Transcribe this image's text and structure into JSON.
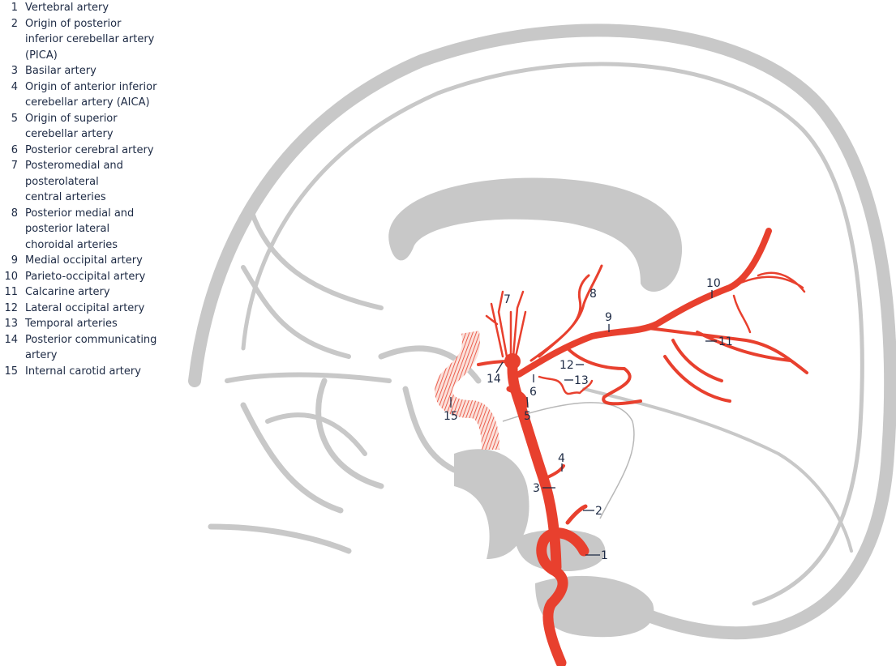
{
  "legend": [
    {
      "num": "1",
      "text": "Vertebral artery"
    },
    {
      "num": "2",
      "text": "Origin of posterior inferior cerebellar artery (PICA)"
    },
    {
      "num": "3",
      "text": "Basilar artery"
    },
    {
      "num": "4",
      "text": "Origin of anterior inferior cerebellar artery (AICA)"
    },
    {
      "num": "5",
      "text": "Origin of superior cerebellar artery"
    },
    {
      "num": "6",
      "text": "Posterior cerebral artery"
    },
    {
      "num": "7",
      "text": "Posteromedial and posterolateral central arteries"
    },
    {
      "num": "8",
      "text": "Posterior medial and posterior lateral choroidal arteries"
    },
    {
      "num": "9",
      "text": "Medial occipital artery"
    },
    {
      "num": "10",
      "text": "Parieto-occipital artery"
    },
    {
      "num": "11",
      "text": "Calcarine artery"
    },
    {
      "num": "12",
      "text": "Lateral occipital artery"
    },
    {
      "num": "13",
      "text": "Temporal arteries"
    },
    {
      "num": "14",
      "text": "Posterior communicating artery"
    },
    {
      "num": "15",
      "text": "Internal carotid artery"
    }
  ],
  "colors": {
    "artery": "#e8402e",
    "bone": "#c8c8c8",
    "text": "#1d2a44"
  }
}
